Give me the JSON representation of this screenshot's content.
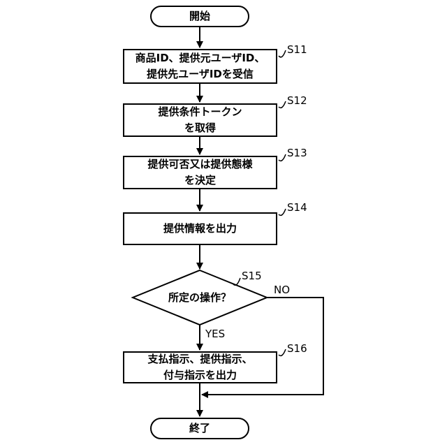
{
  "flowchart": {
    "start_label": "開始",
    "end_label": "終了",
    "steps": [
      {
        "id": "S11",
        "text": "商品ID、提供元ユーザID、\n提供先ユーザIDを受信"
      },
      {
        "id": "S12",
        "text": "提供条件トークン\nを取得"
      },
      {
        "id": "S13",
        "text": "提供可否又は提供態様\nを決定"
      },
      {
        "id": "S14",
        "text": "提供情報を出力"
      },
      {
        "id": "S16",
        "text": "支払指示、提供指示、\n付与指示を出力"
      }
    ],
    "decision": {
      "id": "S15",
      "text": "所定の操作？",
      "yes_label": "YES",
      "no_label": "NO"
    }
  }
}
